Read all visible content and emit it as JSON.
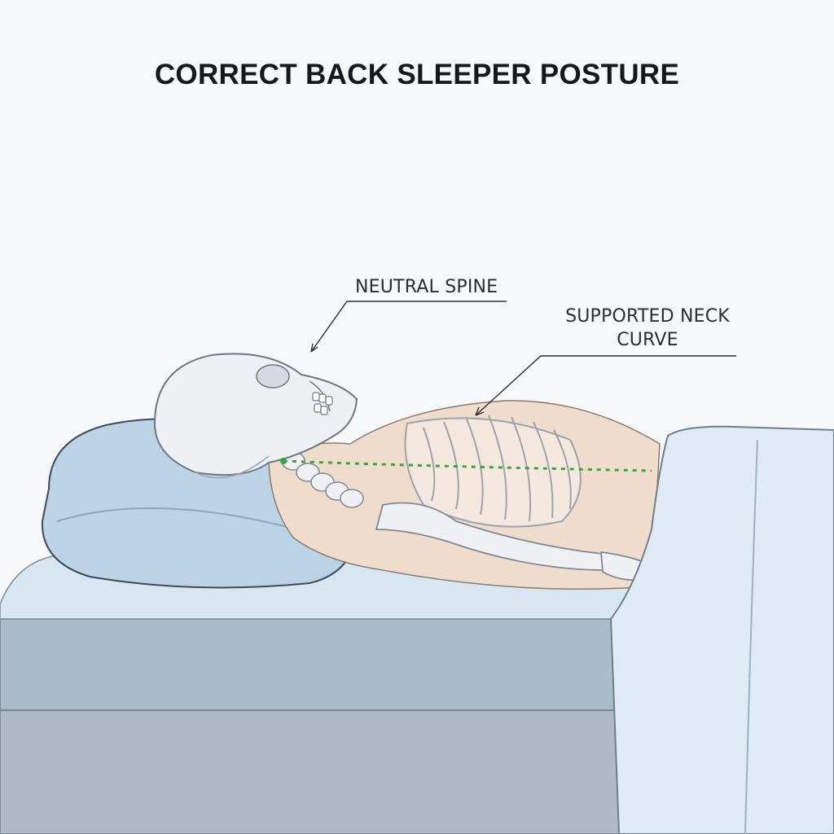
{
  "title": "CORRECT BACK SLEEPER POSTURE",
  "callouts": {
    "neutral_spine": "NEUTRAL SPINE",
    "supported_neck_line1": "SUPPORTED NECK",
    "supported_neck_line2": "CURVE"
  },
  "colors": {
    "background": "#f7f8fa",
    "mattress_top": "#d8e6f2",
    "mattress_side": "#a8bccd",
    "bed_base": "#b0bac6",
    "pillow": "#bcd3e6",
    "blanket": "#dfeaf5",
    "skin": "#efdccd",
    "bone": "#eef0f3",
    "spine_alignment_line": "#3aa640"
  }
}
